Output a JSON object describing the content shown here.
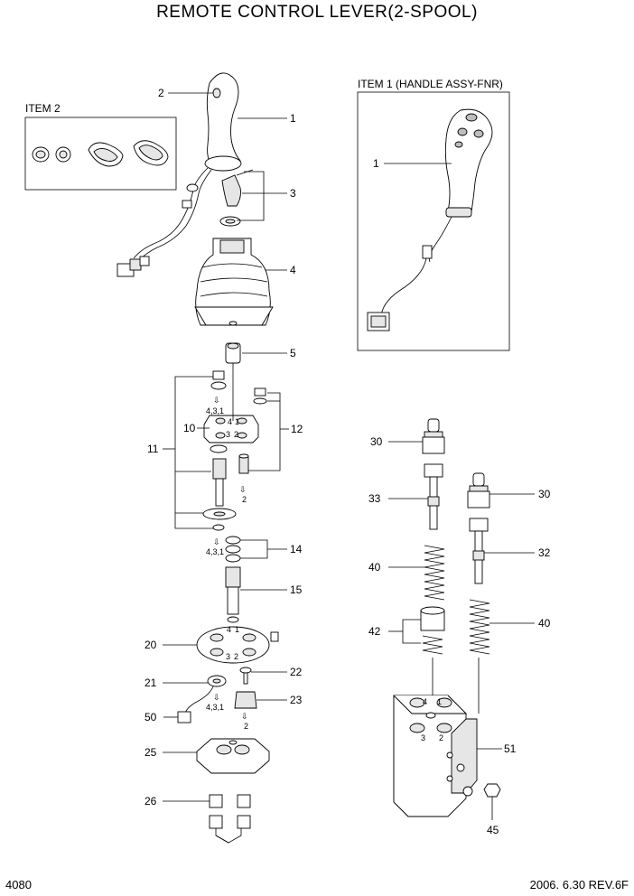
{
  "title": "REMOTE CONTROL LEVER(2-SPOOL)",
  "item2_caption": "ITEM 2",
  "item1_caption": "ITEM 1 (HANDLE ASSY-FNR)",
  "callouts": {
    "c1": "1",
    "c2": "2",
    "c3": "3",
    "c4": "4",
    "c5": "5",
    "c10": "10",
    "c11": "11",
    "c12": "12",
    "c14": "14",
    "c15": "15",
    "c20": "20",
    "c21": "21",
    "c22": "22",
    "c23": "23",
    "c25": "25",
    "c26": "26",
    "c50": "50",
    "c30a": "30",
    "c30b": "30",
    "c33": "33",
    "c32": "32",
    "c40a": "40",
    "c40b": "40",
    "c42": "42",
    "c51": "51",
    "c45": "45",
    "c1b": "1"
  },
  "port_notes": {
    "n_431_a": "4,3,1",
    "n_2_a": "2",
    "n_431_b": "4,3,1",
    "n_431_c": "4,3,1",
    "n_2_b": "2",
    "plate10_4": "4",
    "plate10_1": "1",
    "plate10_3": "3",
    "plate10_2": "2",
    "plate20_4": "4",
    "plate20_1": "1",
    "plate20_3": "3",
    "plate20_2": "2",
    "body_4": "4",
    "body_1": "1",
    "body_3": "3",
    "body_2": "2"
  },
  "footer": {
    "page": "4080",
    "revision": "2006. 6.30  REV.6F"
  }
}
